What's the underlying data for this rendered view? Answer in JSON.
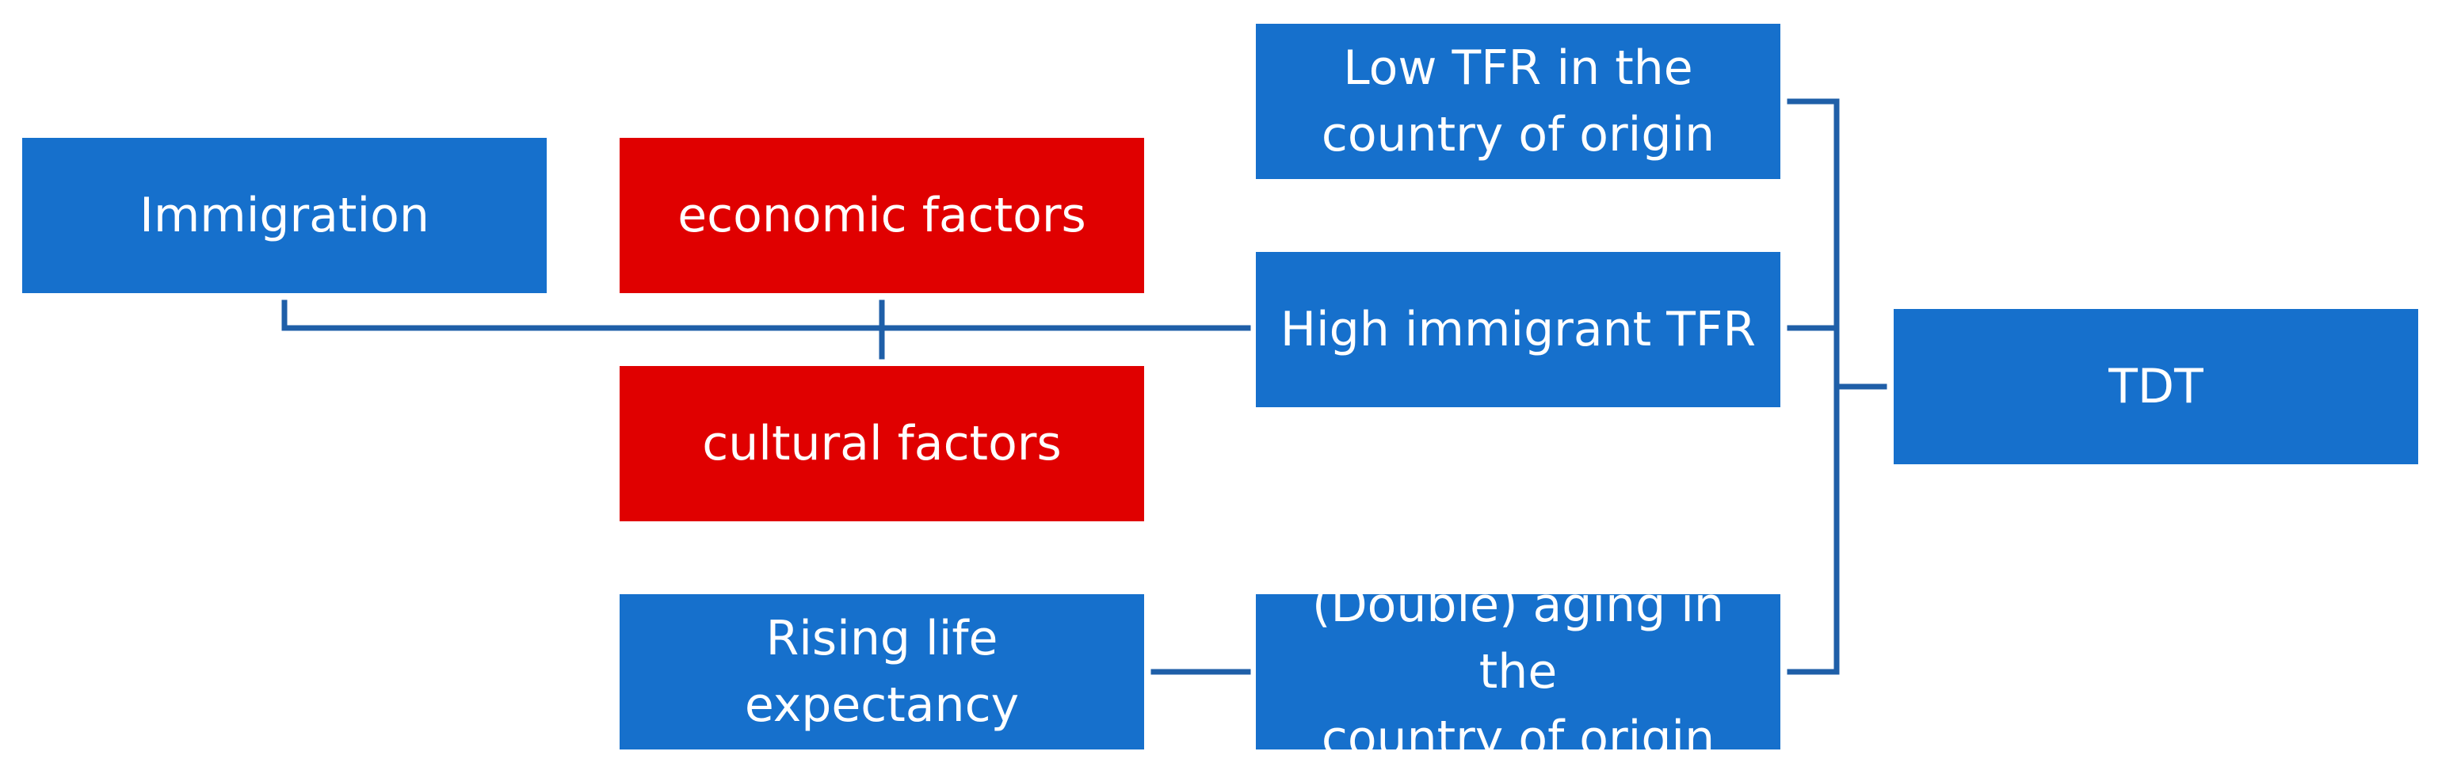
{
  "colors": {
    "box_blue": "#1670cc",
    "box_red": "#e00000",
    "connector": "#1f5fa8",
    "text": "#ffffff"
  },
  "nodes": {
    "immigration": "Immigration",
    "economic_factors": "economic factors",
    "cultural_factors": "cultural factors",
    "rising_life_expectancy": [
      "Rising life",
      "expectancy"
    ],
    "low_tfr_origin": [
      "Low TFR in the",
      "country of origin"
    ],
    "high_immigrant_tfr": "High immigrant TFR",
    "double_aging_origin": [
      "(Double) aging in the",
      "country of origin"
    ],
    "tdt": "TDT"
  }
}
